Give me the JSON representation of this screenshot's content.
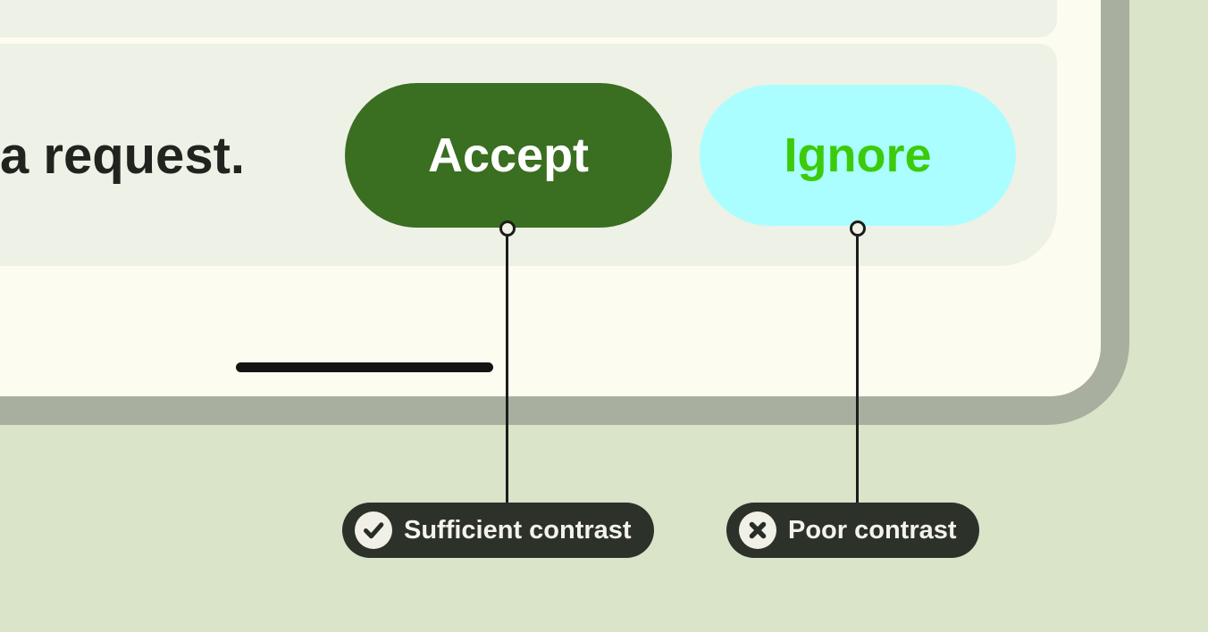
{
  "phone": {
    "message_text": "a request.",
    "accept_button": {
      "label": "Accept",
      "bg": "#3A6E20",
      "text_color": "#FFFFFF"
    },
    "ignore_button": {
      "label": "Ignore",
      "bg": "#ABFEFF",
      "text_color": "#3CCB0B"
    }
  },
  "annotations": {
    "sufficient": {
      "label": "Sufficient contrast",
      "icon": "check-circle-icon"
    },
    "poor": {
      "label": "Poor contrast",
      "icon": "x-circle-icon"
    }
  },
  "colors": {
    "outer_background": "#D9E4C8",
    "frame": "#A8AF9E",
    "screen": "#FDFCF0",
    "card": "#EEF1E6",
    "message_text": "#20241E",
    "placeholder_line": "#141414",
    "annotation_pill": "#2C312A",
    "annotation_text": "#F4F3EA",
    "annotation_icon_circle": "#F0F0E6",
    "annotation_icon_glyph": "#272C26",
    "connector": "#1C1C1C"
  }
}
